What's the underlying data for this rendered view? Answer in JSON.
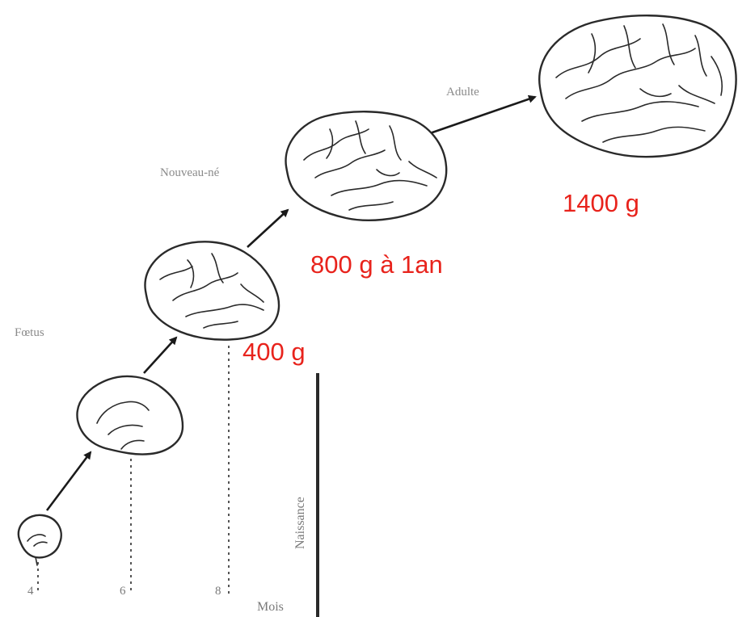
{
  "stages": {
    "foetus": "Fœtus",
    "nouveau_ne": "Nouveau-né",
    "adulte": "Adulte"
  },
  "weights": {
    "w400": "400 g",
    "w800": "800 g à 1an",
    "w1400": "1400 g"
  },
  "months": {
    "m4": "4",
    "m6": "6",
    "m8": "8"
  },
  "axis": {
    "naissance": "Naissance",
    "mois": "Mois"
  },
  "colors": {
    "weight_text": "#e8231c",
    "line": "#1a1a1a",
    "label_gray": "#8a8a8a"
  }
}
